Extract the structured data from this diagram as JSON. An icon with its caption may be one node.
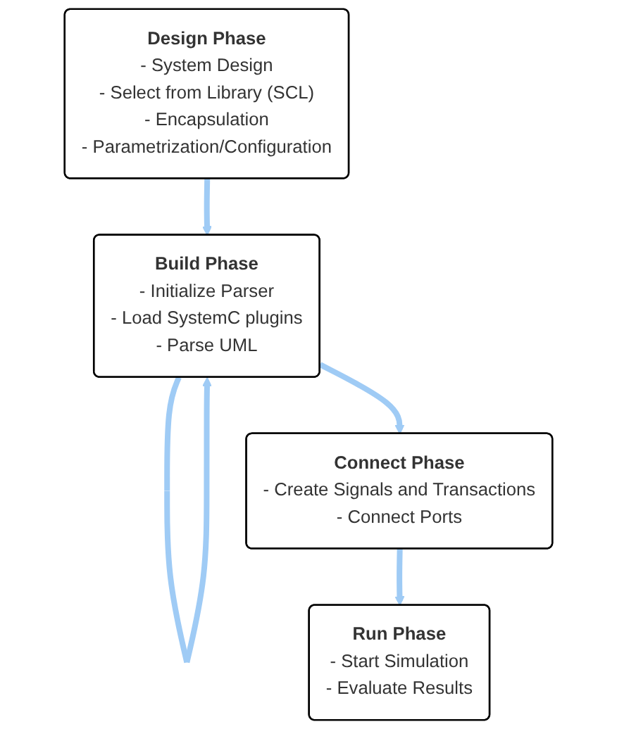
{
  "diagram": {
    "nodes": [
      {
        "text": [
          "Design Phase",
          "- System Design",
          "- Select from Library (SCL)",
          "- Encapsulation",
          "- Parametrization/Configuration"
        ]
      },
      {
        "text": [
          "Build Phase",
          "- Initialize Parser",
          "- Load SystemC plugins",
          "- Parse UML"
        ]
      },
      {
        "text": [
          "Connect Phase",
          "- Create Signals and Transactions",
          "- Connect Ports"
        ]
      },
      {
        "text": [
          "Run Phase",
          "- Start Simulation",
          "- Evaluate Results"
        ]
      }
    ],
    "edges": [
      {
        "from": 0,
        "to": 1,
        "arrow": "to"
      },
      {
        "from": 1,
        "to": 1,
        "arrow": "to"
      },
      {
        "from": 1,
        "to": 2,
        "arrow": "to"
      },
      {
        "from": 2,
        "to": 3,
        "arrow": "to"
      }
    ]
  }
}
